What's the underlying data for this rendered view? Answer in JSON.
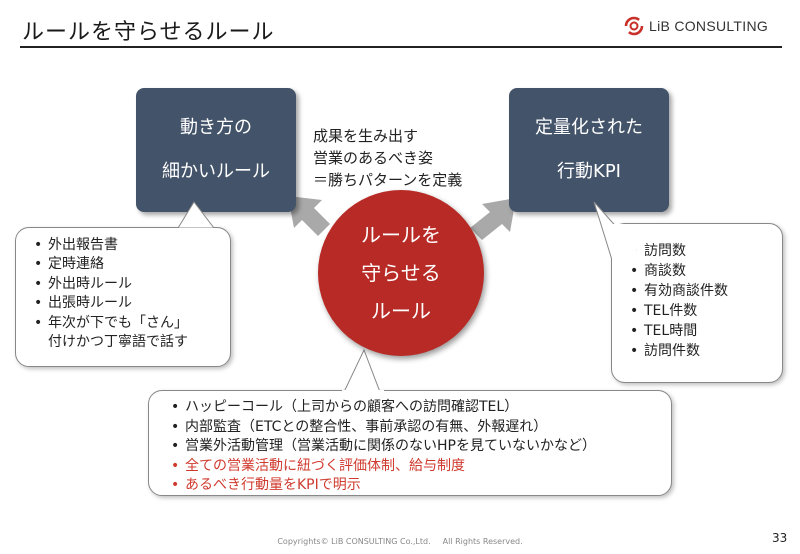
{
  "header": {
    "title": "ルールを守らせるルール",
    "logo_text": "LiB CONSULTING",
    "logo_icon": "swirl-logo-icon",
    "brand_color": "#c8302a"
  },
  "left_box": {
    "line1": "動き方の",
    "line2": "細かいルール",
    "color": "#435369"
  },
  "right_box": {
    "line1": "定量化された",
    "line2": "行動KPI",
    "color": "#435369"
  },
  "center_text": {
    "line1": "成果を生み出す",
    "line2": "営業のあるべき姿",
    "line3": "＝勝ちパターンを定義"
  },
  "circle": {
    "line1": "ルールを",
    "line2": "守らせる",
    "line3": "ルール",
    "color": "#b72a25"
  },
  "left_bubble": {
    "items": [
      "外出報告書",
      "定時連絡",
      "外出時ルール",
      "出張時ルール",
      "年次が下でも「さん」"
    ],
    "continuation": "付けかつ丁寧語で話す"
  },
  "right_bubble": {
    "items": [
      "訪問数",
      "商談数",
      "有効商談件数",
      "TEL件数",
      "TEL時間",
      "訪問件数"
    ]
  },
  "bottom_bubble": {
    "items": [
      "ハッピーコール（上司からの顧客への訪問確認TEL）",
      "内部監査（ETCとの整合性、事前承認の有無、外報遅れ）",
      "営業外活動管理（営業活動に関係のないHPを見ていないかなど）"
    ],
    "red_items": [
      "全ての営業活動に紐づく評価体制、給与制度",
      "あるべき行動量をKPIで明示"
    ],
    "red_color": "#d03a2e"
  },
  "footer": {
    "copyright": "Copyrights© LiB CONSULTING Co.,Ltd.",
    "rights": "All Rights Reserved."
  },
  "page_number": "33",
  "bullet": "•"
}
